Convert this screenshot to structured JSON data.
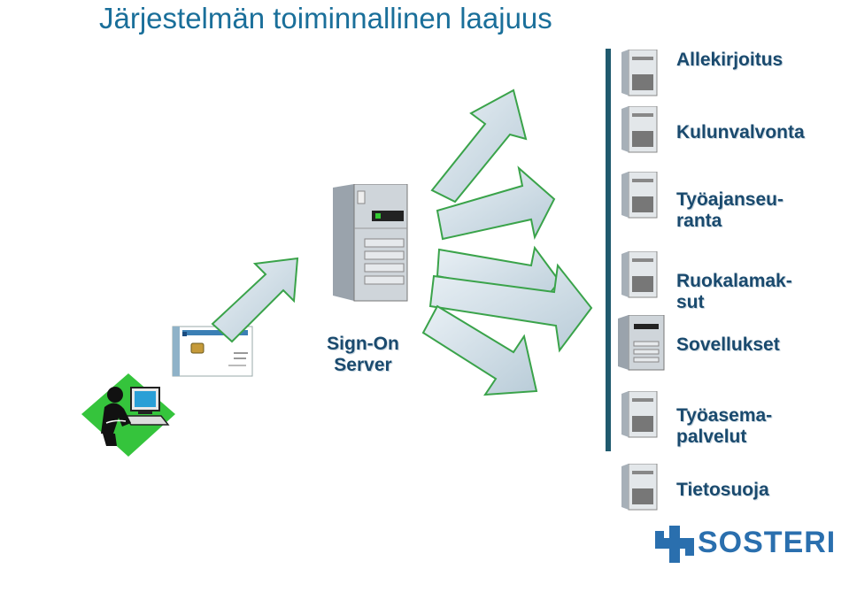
{
  "title": "Järjestelmän toiminnallinen laajuus",
  "server_label": "Sign-On\nServer",
  "services": [
    {
      "label": "Allekirjoitus"
    },
    {
      "label": "Kulunvalvonta"
    },
    {
      "label": "Työajanseu-\nranta"
    },
    {
      "label": "Ruokalamak-\nsut"
    },
    {
      "label": "Sovellukset"
    },
    {
      "label": "Työasema-\npalvelut"
    },
    {
      "label": "Tietosuoja"
    }
  ],
  "logo": {
    "text": "SOSTERI"
  },
  "colors": {
    "title": "#1a6f9a",
    "label": "#1a4a6e",
    "arrow_fill": "#d4e1ea",
    "arrow_stroke": "#3aa34a",
    "divider": "#1f5a6e",
    "logo": "#2a6fae",
    "user_bg": "#35c43c"
  },
  "icons": {
    "user": "user-at-computer-icon",
    "card": "smart-card-icon",
    "server": "server-tower-icon",
    "service_server": "server-tower-icon",
    "logo": "cross-logo-icon"
  }
}
